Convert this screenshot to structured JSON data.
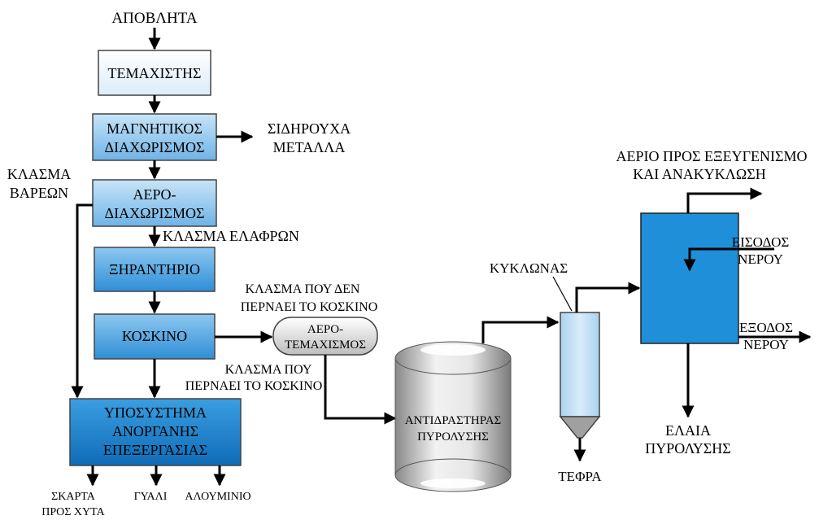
{
  "input_label": "ΑΠΟΒΛΗΤΑ",
  "boxes": {
    "shredder": "ΤΕΜΑΧΙΣΤΗΣ",
    "magnetic": [
      "ΜΑΓΝΗΤΙΚΟΣ",
      "ΔΙΑΧΩΡΙΣΜΟΣ"
    ],
    "air_sep": [
      "ΑΕΡΟ-",
      "ΔΙΑΧΩΡΙΣΜΟΣ"
    ],
    "dryer": "ΞΗΡΑΝΤΗΡΙΟ",
    "sieve": "ΚΟΣΚΙΝΟ",
    "inorganic": [
      "ΥΠΟΣΥΣΤΗΜΑ",
      "ΑΝΟΡΓΑΝΗΣ",
      "ΕΠΕΞΕΡΓΑΣΙΑΣ"
    ],
    "air_shred": [
      "ΑΕΡΟ-",
      "ΤΕΜΑΧΙΣΜΟΣ"
    ],
    "reactor": [
      "ΑΝΤΙΔΡΑΣΤΗΡΑΣ",
      "ΠΥΡΟΛΥΣΗΣ"
    ]
  },
  "labels": {
    "ferrous": [
      "ΣΙΔΗΡΟΥΧΑ",
      "ΜΕΤΑΛΛΑ"
    ],
    "heavy": [
      "ΚΛΑΣΜΑ",
      "ΒΑΡΕΩΝ"
    ],
    "light": "ΚΛΑΣΜΑ ΕΛΑΦΡΩΝ",
    "not_pass": [
      "ΚΛΑΣΜΑ ΠΟΥ ΔΕΝ",
      "ΠΕΡΝΑΕΙ ΤΟ ΚΟΣΚΙΝΟ"
    ],
    "pass": [
      "ΚΛΑΣΜΑ ΠΟΥ",
      "ΠΕΡΝΑΕΙ ΤΟ ΚΟΣΚΙΝΟ"
    ],
    "cyclone": "ΚΥΚΛΩΝΑΣ",
    "ash": "ΤΕΦΡΑ",
    "gas": [
      "ΑΕΡΙΟ ΠΡΟΣ ΕΞΕΥΓΕΝΙΣΜΟ",
      "ΚΑΙ ΑΝΑΚΥΚΛΩΣΗ"
    ],
    "water_in": [
      "ΕΙΣΟΔΟΣ",
      "ΝΕΡΟΥ"
    ],
    "water_out": [
      "ΕΞΟΔΟΣ",
      "ΝΕΡΟΥ"
    ],
    "oil": [
      "ΕΛΑΙΑ",
      "ΠΥΡΟΛΥΣΗΣ"
    ]
  },
  "outputs": {
    "rejects": [
      "ΣΚΑΡΤΑ",
      "ΠΡΟΣ ΧΥΤΑ"
    ],
    "glass": "ΓΥΑΛΙ",
    "aluminium": "ΑΛΟΥΜΙΝΙΟ"
  }
}
